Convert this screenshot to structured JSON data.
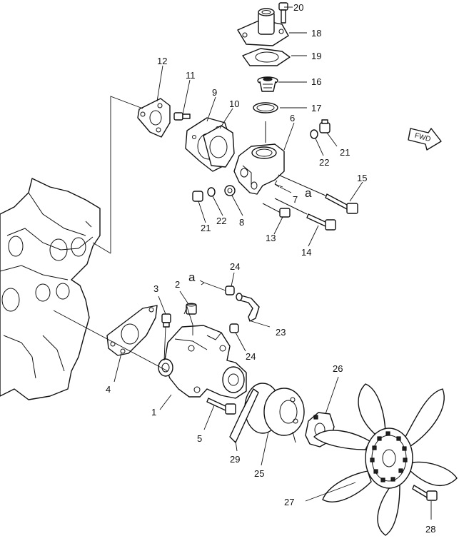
{
  "callouts": {
    "c1": "1",
    "c2": "2",
    "c3": "3",
    "c4": "4",
    "c5": "5",
    "c6": "6",
    "c7": "7",
    "c8": "8",
    "c9": "9",
    "c10": "10",
    "c11": "11",
    "c12": "12",
    "c13": "13",
    "c14": "14",
    "c15": "15",
    "c16": "16",
    "c17": "17",
    "c18": "18",
    "c19": "19",
    "c20": "20",
    "c21a": "21",
    "c21b": "21",
    "c22a": "22",
    "c22b": "22",
    "c23": "23",
    "c24a": "24",
    "c24b": "24",
    "c25": "25",
    "c26": "26",
    "c27": "27",
    "c28": "28",
    "c29": "29"
  },
  "markers": {
    "a_top": "a",
    "a_bottom": "a"
  },
  "direction_label": "FWD"
}
